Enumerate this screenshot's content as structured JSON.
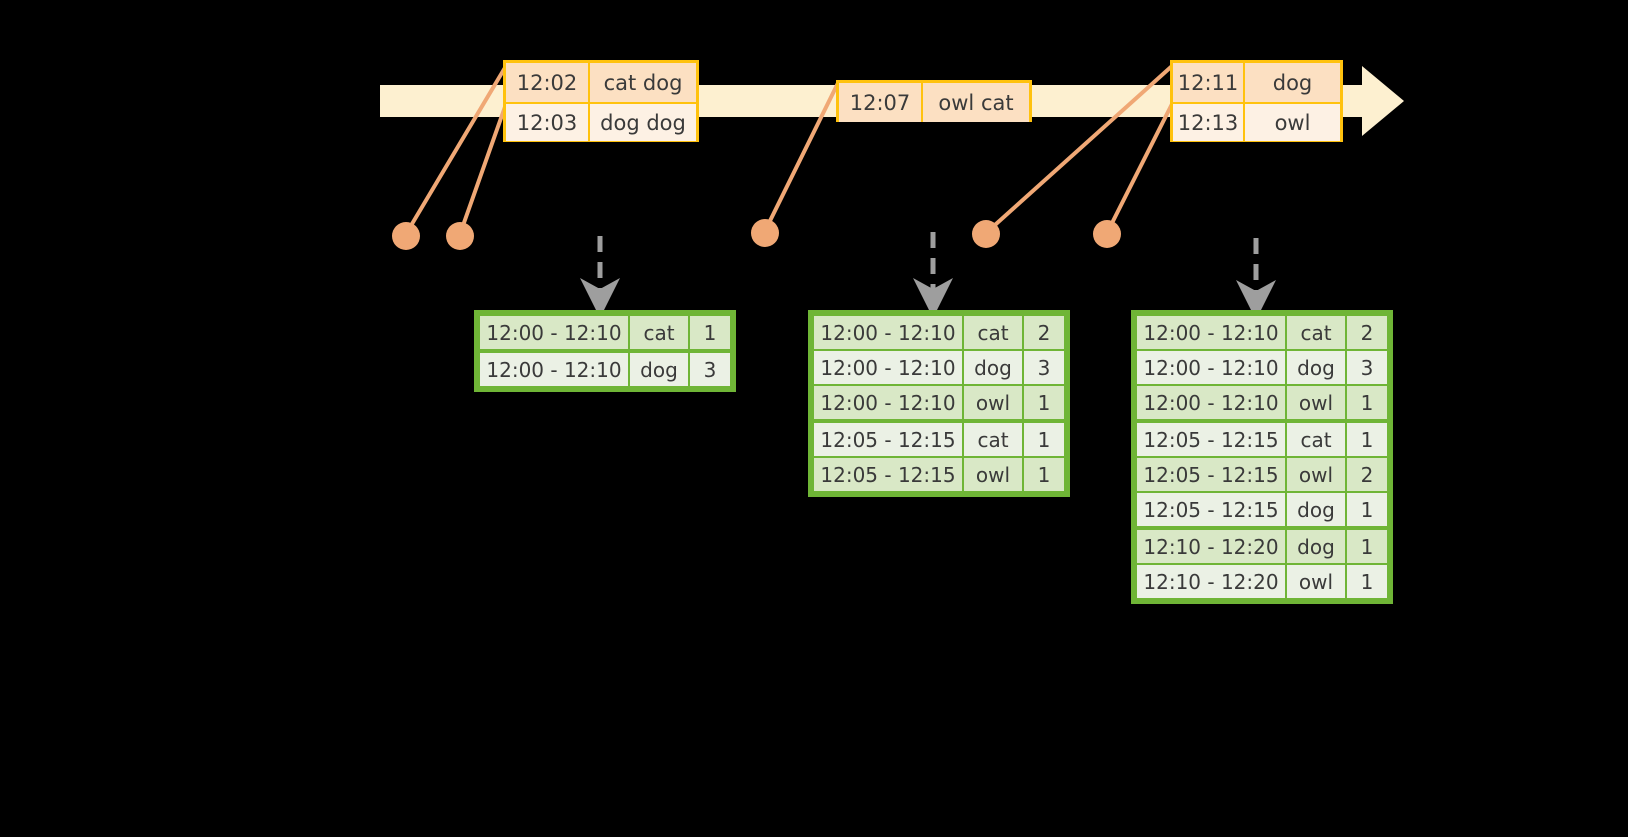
{
  "theme": {
    "background": "#000000",
    "timeline_fill": "#FDF0D0",
    "event_border": "#FFC20E",
    "event_shade_a": "#FCE0C2",
    "event_shade_b": "#FDF1E4",
    "connector_color": "#F0A875",
    "dot_color": "#F0A875",
    "table_border": "#6FB536",
    "table_shade_a": "#D9E8C6",
    "table_shade_b": "#EBF1E5",
    "dashed_arrow": "#9E9E9E",
    "text_color": "#3a3a3a"
  },
  "timeline": {
    "name": "event-stream-timeline",
    "direction": "left-to-right",
    "events": [
      {
        "id": "event-group-1",
        "rows": [
          {
            "time": "12:02",
            "words": "cat dog"
          },
          {
            "time": "12:03",
            "words": "dog dog"
          }
        ]
      },
      {
        "id": "event-group-2",
        "rows": [
          {
            "time": "12:07",
            "words": "owl cat"
          }
        ]
      },
      {
        "id": "event-group-3",
        "rows": [
          {
            "time": "12:11",
            "words": "dog"
          },
          {
            "time": "12:13",
            "words": "owl"
          }
        ]
      }
    ]
  },
  "tables": [
    {
      "id": "result-table-1",
      "columns": [
        "window",
        "word",
        "count"
      ],
      "rows": [
        {
          "window": "12:00 - 12:10",
          "word": "cat",
          "count": "1"
        },
        {
          "window": "12:00 - 12:10",
          "word": "dog",
          "count": "3"
        }
      ]
    },
    {
      "id": "result-table-2",
      "columns": [
        "window",
        "word",
        "count"
      ],
      "rows": [
        {
          "window": "12:00 - 12:10",
          "word": "cat",
          "count": "2"
        },
        {
          "window": "12:00 - 12:10",
          "word": "dog",
          "count": "3"
        },
        {
          "window": "12:00 - 12:10",
          "word": "owl",
          "count": "1"
        },
        {
          "window": "12:05 - 12:15",
          "word": "cat",
          "count": "1"
        },
        {
          "window": "12:05 - 12:15",
          "word": "owl",
          "count": "1"
        }
      ]
    },
    {
      "id": "result-table-3",
      "columns": [
        "window",
        "word",
        "count"
      ],
      "rows": [
        {
          "window": "12:00 - 12:10",
          "word": "cat",
          "count": "2"
        },
        {
          "window": "12:00 - 12:10",
          "word": "dog",
          "count": "3"
        },
        {
          "window": "12:00 - 12:10",
          "word": "owl",
          "count": "1"
        },
        {
          "window": "12:05 - 12:15",
          "word": "cat",
          "count": "1"
        },
        {
          "window": "12:05 - 12:15",
          "word": "owl",
          "count": "2"
        },
        {
          "window": "12:05 - 12:15",
          "word": "dog",
          "count": "1"
        },
        {
          "window": "12:10 - 12:20",
          "word": "dog",
          "count": "1"
        },
        {
          "window": "12:10 - 12:20",
          "word": "owl",
          "count": "1"
        }
      ]
    }
  ]
}
